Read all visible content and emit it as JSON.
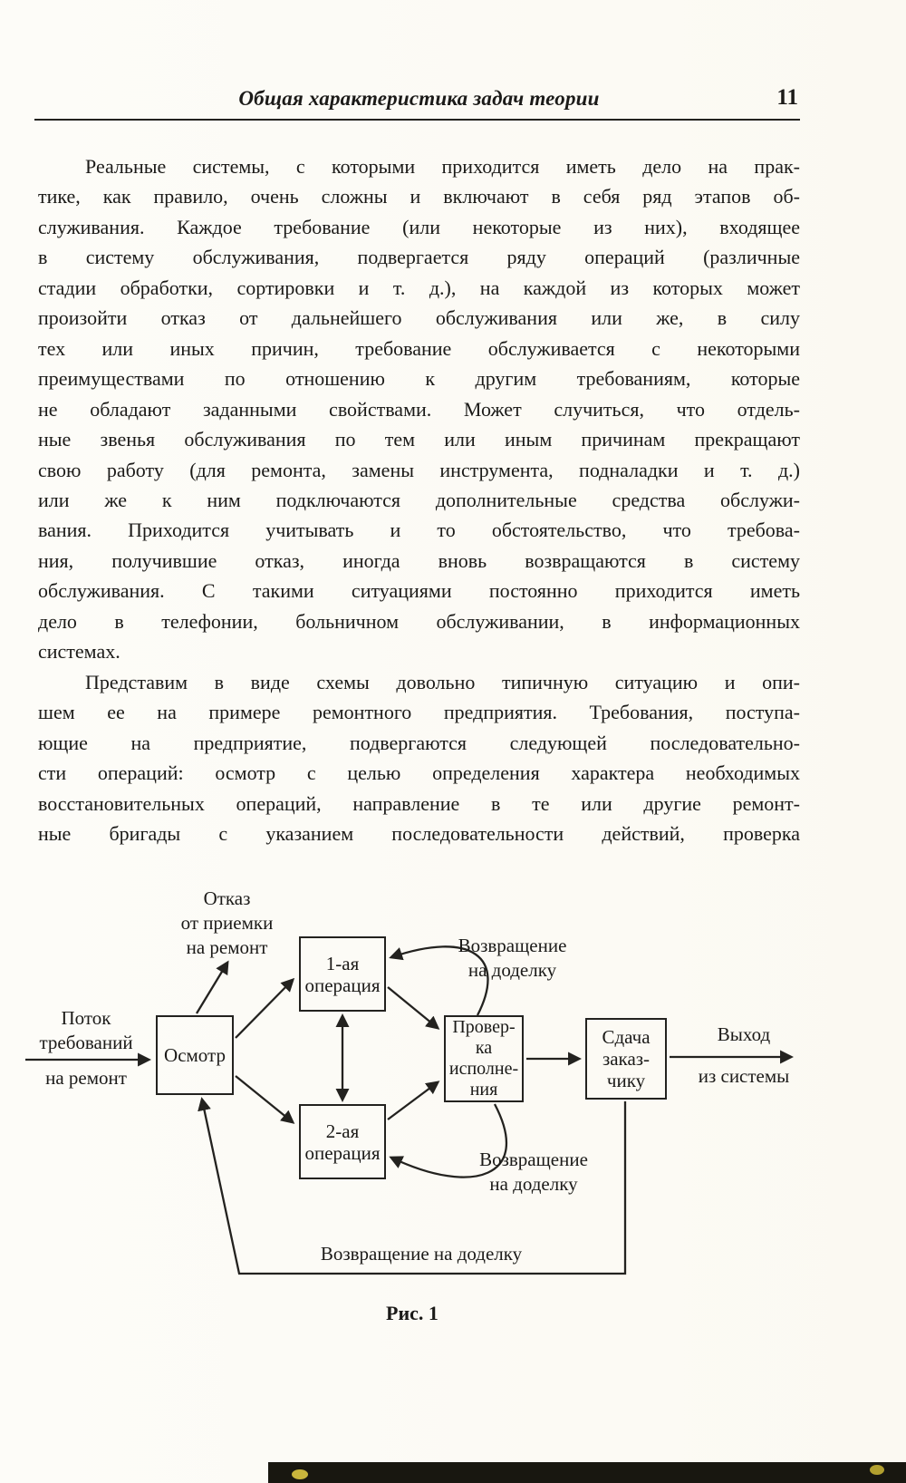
{
  "header": {
    "title": "Общая характеристика задач теории",
    "page_number": "11"
  },
  "paragraphs": [
    {
      "lines": [
        "Реальные системы, с которыми приходится иметь дело на прак-",
        "тике, как правило, очень сложны и включают в себя ряд этапов об-",
        "служивания. Каждое требование (или некоторые из них), входящее",
        "в систему обслуживания, подвергается ряду операций (различные",
        "стадии обработки, сортировки и т. д.), на каждой из которых может",
        "произойти отказ от дальнейшего обслуживания или же, в силу",
        "тех или иных причин, требование обслуживается с некоторыми",
        "преимуществами по отношению к другим требованиям, которые",
        "не обладают заданными свойствами. Может случиться, что отдель-",
        "ные звенья обслуживания по тем или иным причинам прекращают",
        "свою работу (для ремонта, замены инструмента, подналадки и т. д.)",
        "или же к ним подключаются дополнительные средства обслужи-",
        "вания. Приходится учитывать и то обстоятельство, что требова-",
        "ния, получившие отказ, иногда вновь возвращаются в систему",
        "обслуживания. С такими ситуациями постоянно приходится иметь",
        "дело в телефонии, больничном обслуживании, в информационных",
        "системах."
      ]
    },
    {
      "lines": [
        "Представим в виде схемы довольно типичную ситуацию и опи-",
        "шем ее на примере ремонтного предприятия. Требования, поступа-",
        "ющие на предприятие, подвергаются следующей последовательно-",
        "сти операций: осмотр с целью определения характера необходимых",
        "восстановительных операций, направление в те или другие ремонт-",
        "ные бригады с указанием последовательности действий, проверка"
      ]
    }
  ],
  "figure": {
    "caption": "Рис. 1",
    "boxes": {
      "inspection": "Осмотр",
      "op1": "1-ая\nоперация",
      "op2": "2-ая\nоперация",
      "check": "Провер-\nка\nисполне-\nния",
      "delivery": "Сдача\nзаказ-\nчику"
    },
    "labels": {
      "refusal": "Отказ\nот приемки\nна ремонт",
      "input_top": "Поток\nтребований",
      "input_bottom": "на ремонт",
      "exit_top": "Выход",
      "exit_bottom": "из системы",
      "return_top": "Возвращение\nна доделку",
      "return_bottom": "Возвращение\nна доделку",
      "return_long": "Возвращение на доделку"
    }
  }
}
